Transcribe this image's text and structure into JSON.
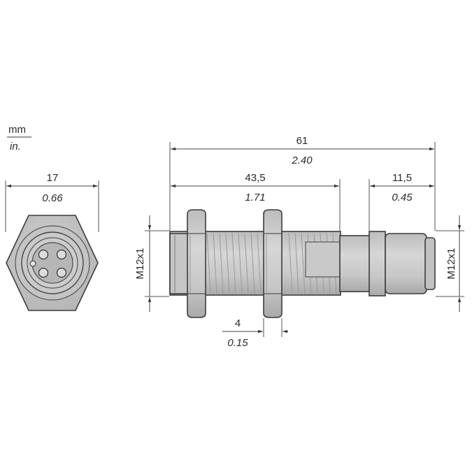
{
  "units": {
    "primary": "mm",
    "secondary": "in."
  },
  "dimensions": {
    "hex_width": {
      "mm": "17",
      "in": "0.66"
    },
    "overall_length": {
      "mm": "61",
      "in": "2.40"
    },
    "threaded_length": {
      "mm": "43,5",
      "in": "1.71"
    },
    "connector_length": {
      "mm": "11,5",
      "in": "0.45"
    },
    "nut_thickness": {
      "mm": "4",
      "in": "0.15"
    },
    "thread_left": "M12x1",
    "thread_right": "M12x1"
  },
  "colors": {
    "body_fill": "#cfcfcf",
    "body_dark": "#b4b4b4",
    "line": "#3c3c3c",
    "pin_fill": "#dcdcdc"
  }
}
